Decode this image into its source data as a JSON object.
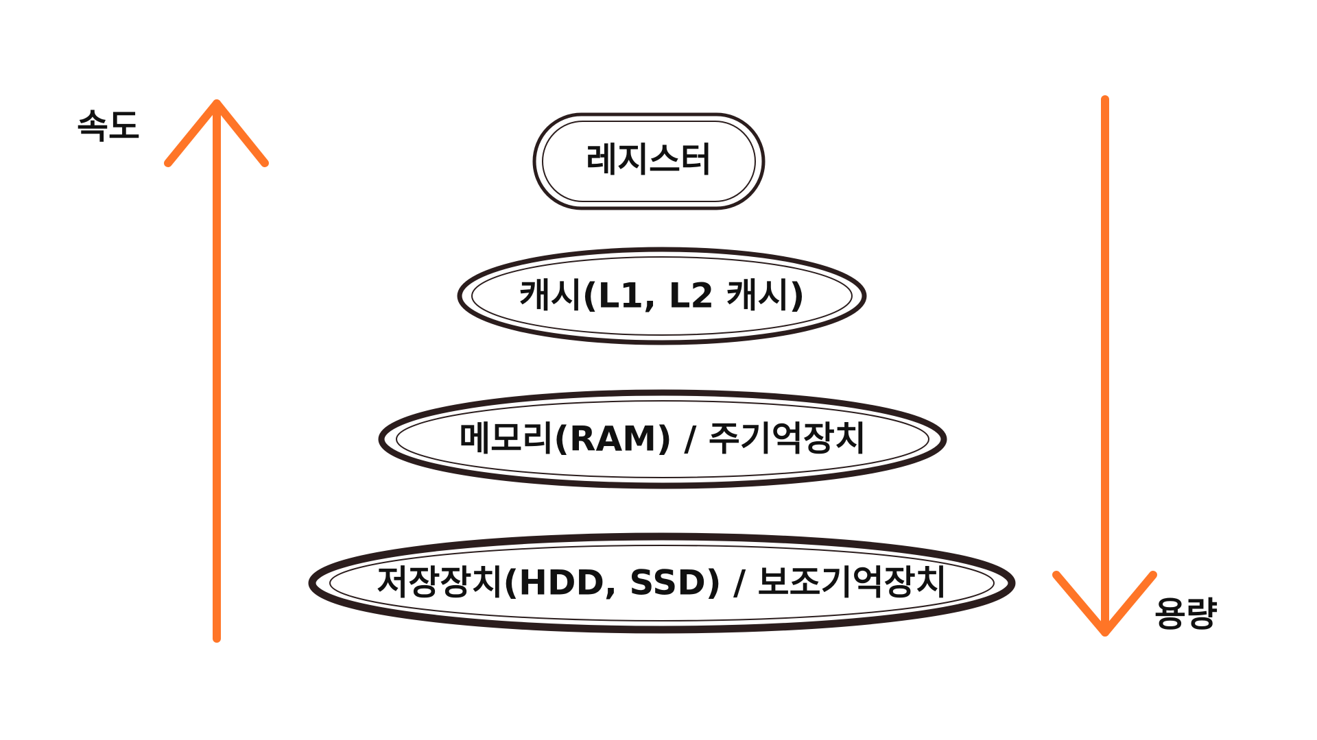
{
  "colors": {
    "arrow": "#FF7527",
    "outline": "#2B1D1D",
    "text": "#111111",
    "background": "#FFFFFF"
  },
  "labels": {
    "speed": "속도",
    "capacity": "용량"
  },
  "hierarchy": [
    {
      "label": "레지스터"
    },
    {
      "label": "캐시(L1, L2 캐시)"
    },
    {
      "label": "메모리(RAM) / 주기억장치"
    },
    {
      "label": "저장장치(HDD, SSD) / 보조기억장치"
    }
  ],
  "arrows": {
    "speed": {
      "direction": "up",
      "icon": "up-arrow-icon"
    },
    "capacity": {
      "direction": "down",
      "icon": "down-arrow-icon"
    }
  }
}
